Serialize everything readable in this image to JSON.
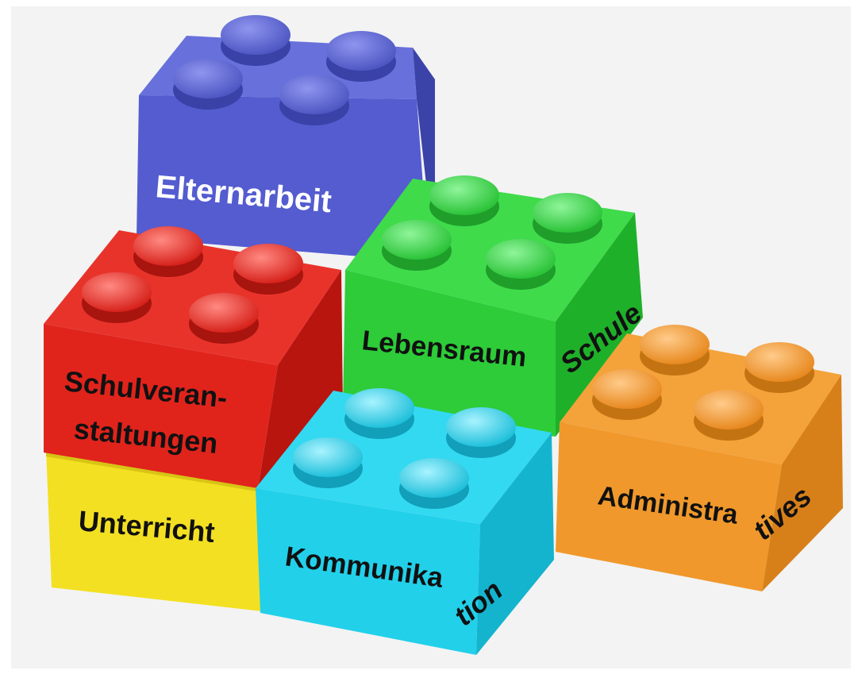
{
  "colors": {
    "background": "#f3f3f3",
    "elternarbeit": "#5059c9",
    "lebensraum": "#2fd43a",
    "schulveranstaltungen": "#e0241c",
    "unterricht": "#f2df1f",
    "kommunikation": "#22d2ec",
    "administratives": "#f0982b"
  },
  "labels": {
    "elternarbeit": "Elternarbeit",
    "lebensraum": "Lebensraum",
    "schule": "Schule",
    "schulveranstaltungen_line1": "Schulveran-",
    "schulveranstaltungen_line2": "staltungen",
    "unterricht": "Unterricht",
    "kommunikation_front": "Kommunika",
    "kommunikation_side": "tion",
    "administratives_front": "Administra",
    "administratives_side": "tives"
  }
}
